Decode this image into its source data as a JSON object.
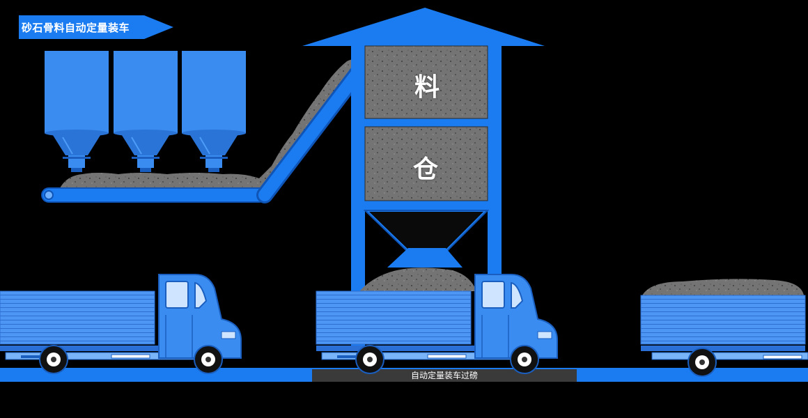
{
  "header": {
    "title": "砂石骨料自动定量装车"
  },
  "bin": {
    "upper_label": "料",
    "lower_label": "仓"
  },
  "scale": {
    "label": "自动定量装车过磅"
  },
  "colors": {
    "primary_blue": "#1a7cf0",
    "background": "#000000",
    "material_gray": "#6e6e6e",
    "scale_gray": "#3a3a3a"
  }
}
